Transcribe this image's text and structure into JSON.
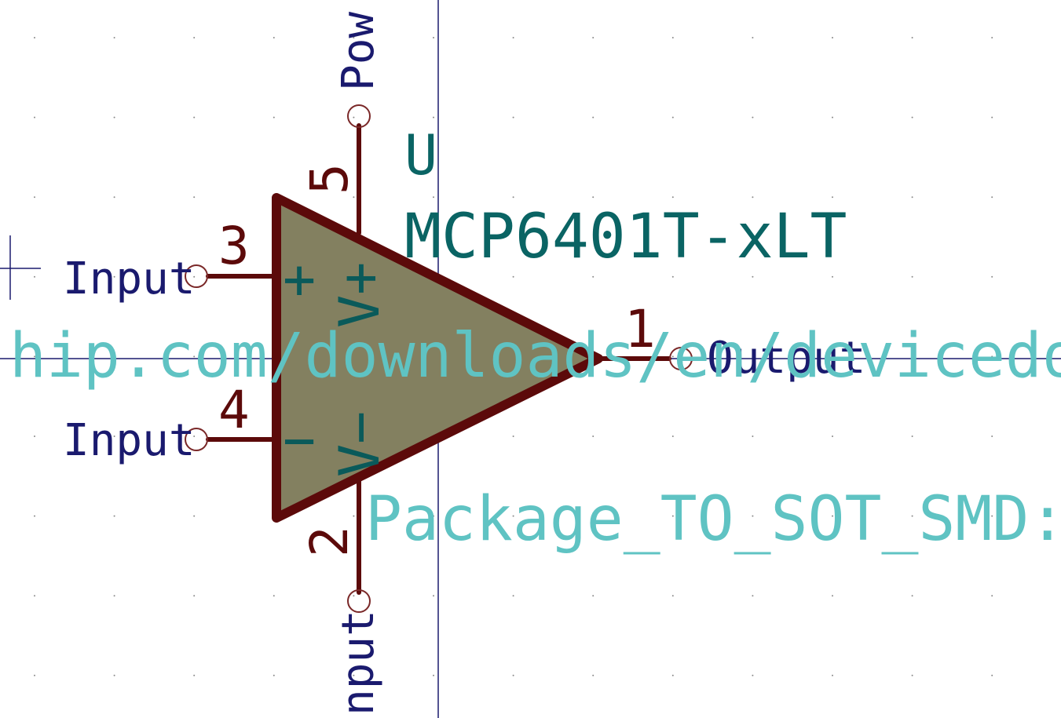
{
  "symbol": {
    "reference": "U",
    "value": "MCP6401T-xLT",
    "footprint_text": "Package_TO_SOT_SMD:S",
    "datasheet_text": "hip.com/downloads/en/devicedoc/"
  },
  "pins": {
    "p3": {
      "number": "3",
      "name": "Input"
    },
    "p4": {
      "number": "4",
      "name": "Input"
    },
    "p5": {
      "number": "5",
      "name": "Pow"
    },
    "p2": {
      "number": "2",
      "name": "nput"
    },
    "p1": {
      "number": "1",
      "name": "Output"
    }
  },
  "markings": {
    "plus": "+",
    "minus": "−",
    "vplus": "V+",
    "vminus": "V−"
  },
  "colors": {
    "body_fill": "#838060",
    "outline": "#5c0a0a",
    "grid": "#8a8a8a",
    "crosshair": "#1a1a6e"
  }
}
